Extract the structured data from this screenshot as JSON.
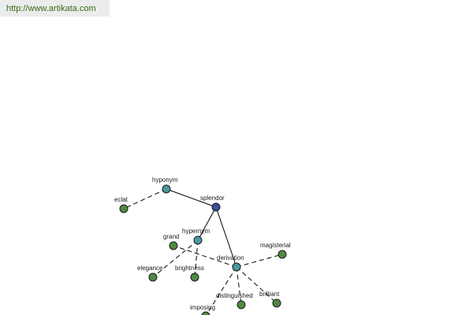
{
  "header": {
    "url_text": "http://www.artikata.com"
  },
  "colors": {
    "root": "#3d4e9a",
    "relation": "#4a9aa0",
    "word": "#4f8a40",
    "url_text": "#3b6b16",
    "url_background": "#ececec"
  },
  "graph": {
    "nodes": [
      {
        "id": "splendor",
        "label": "splendor",
        "kind": "root"
      },
      {
        "id": "hyponym",
        "label": "hyponym",
        "kind": "relation"
      },
      {
        "id": "hypernym",
        "label": "hypernym",
        "kind": "relation"
      },
      {
        "id": "derivation",
        "label": "derivation",
        "kind": "relation"
      },
      {
        "id": "eclat",
        "label": "eclat",
        "kind": "word"
      },
      {
        "id": "grand",
        "label": "grand",
        "kind": "word"
      },
      {
        "id": "elegance",
        "label": "elegance",
        "kind": "word"
      },
      {
        "id": "brightness",
        "label": "brightness",
        "kind": "word"
      },
      {
        "id": "magisterial",
        "label": "magisterial",
        "kind": "word"
      },
      {
        "id": "distinguished",
        "label": "distinguished",
        "kind": "word"
      },
      {
        "id": "brilliant",
        "label": "brilliant",
        "kind": "word"
      },
      {
        "id": "imposing",
        "label": "imposing",
        "kind": "word"
      }
    ],
    "edges": [
      {
        "from": "splendor",
        "to": "hyponym",
        "style": "solid"
      },
      {
        "from": "splendor",
        "to": "hypernym",
        "style": "solid"
      },
      {
        "from": "splendor",
        "to": "derivation",
        "style": "solid"
      },
      {
        "from": "hyponym",
        "to": "eclat",
        "style": "dashed"
      },
      {
        "from": "hypernym",
        "to": "elegance",
        "style": "dashed"
      },
      {
        "from": "hypernym",
        "to": "brightness",
        "style": "dashed"
      },
      {
        "from": "derivation",
        "to": "grand",
        "style": "dashed"
      },
      {
        "from": "derivation",
        "to": "magisterial",
        "style": "dashed"
      },
      {
        "from": "derivation",
        "to": "distinguished",
        "style": "dashed"
      },
      {
        "from": "derivation",
        "to": "brilliant",
        "style": "dashed"
      },
      {
        "from": "derivation",
        "to": "imposing",
        "style": "dashed"
      }
    ]
  }
}
